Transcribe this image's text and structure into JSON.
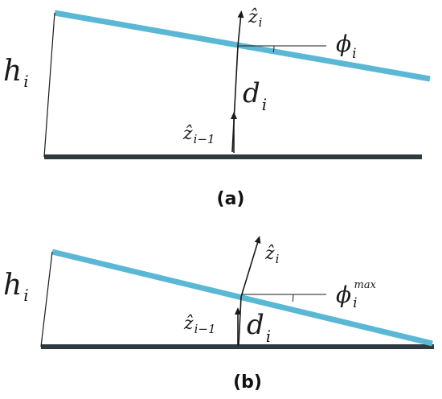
{
  "colors": {
    "plate": "#5bb8d4",
    "base": "#2f3a40",
    "ink": "#1a1a1a"
  },
  "panels": [
    {
      "caption": "(a)",
      "labels": {
        "height_base": "h",
        "height_sub": "i",
        "distance_base": "d",
        "distance_sub": "i",
        "normal_top_base": "ẑ",
        "normal_top_sub": "i",
        "normal_bottom_base": "ẑ",
        "normal_bottom_sub": "i−1",
        "angle_base": "ϕ",
        "angle_sub": "i",
        "angle_sup": ""
      }
    },
    {
      "caption": "(b)",
      "labels": {
        "height_base": "h",
        "height_sub": "i",
        "distance_base": "d",
        "distance_sub": "i",
        "normal_top_base": "ẑ",
        "normal_top_sub": "i",
        "normal_bottom_base": "ẑ",
        "normal_bottom_sub": "i−1",
        "angle_base": "ϕ",
        "angle_sub": "i",
        "angle_sup": "max"
      }
    }
  ]
}
